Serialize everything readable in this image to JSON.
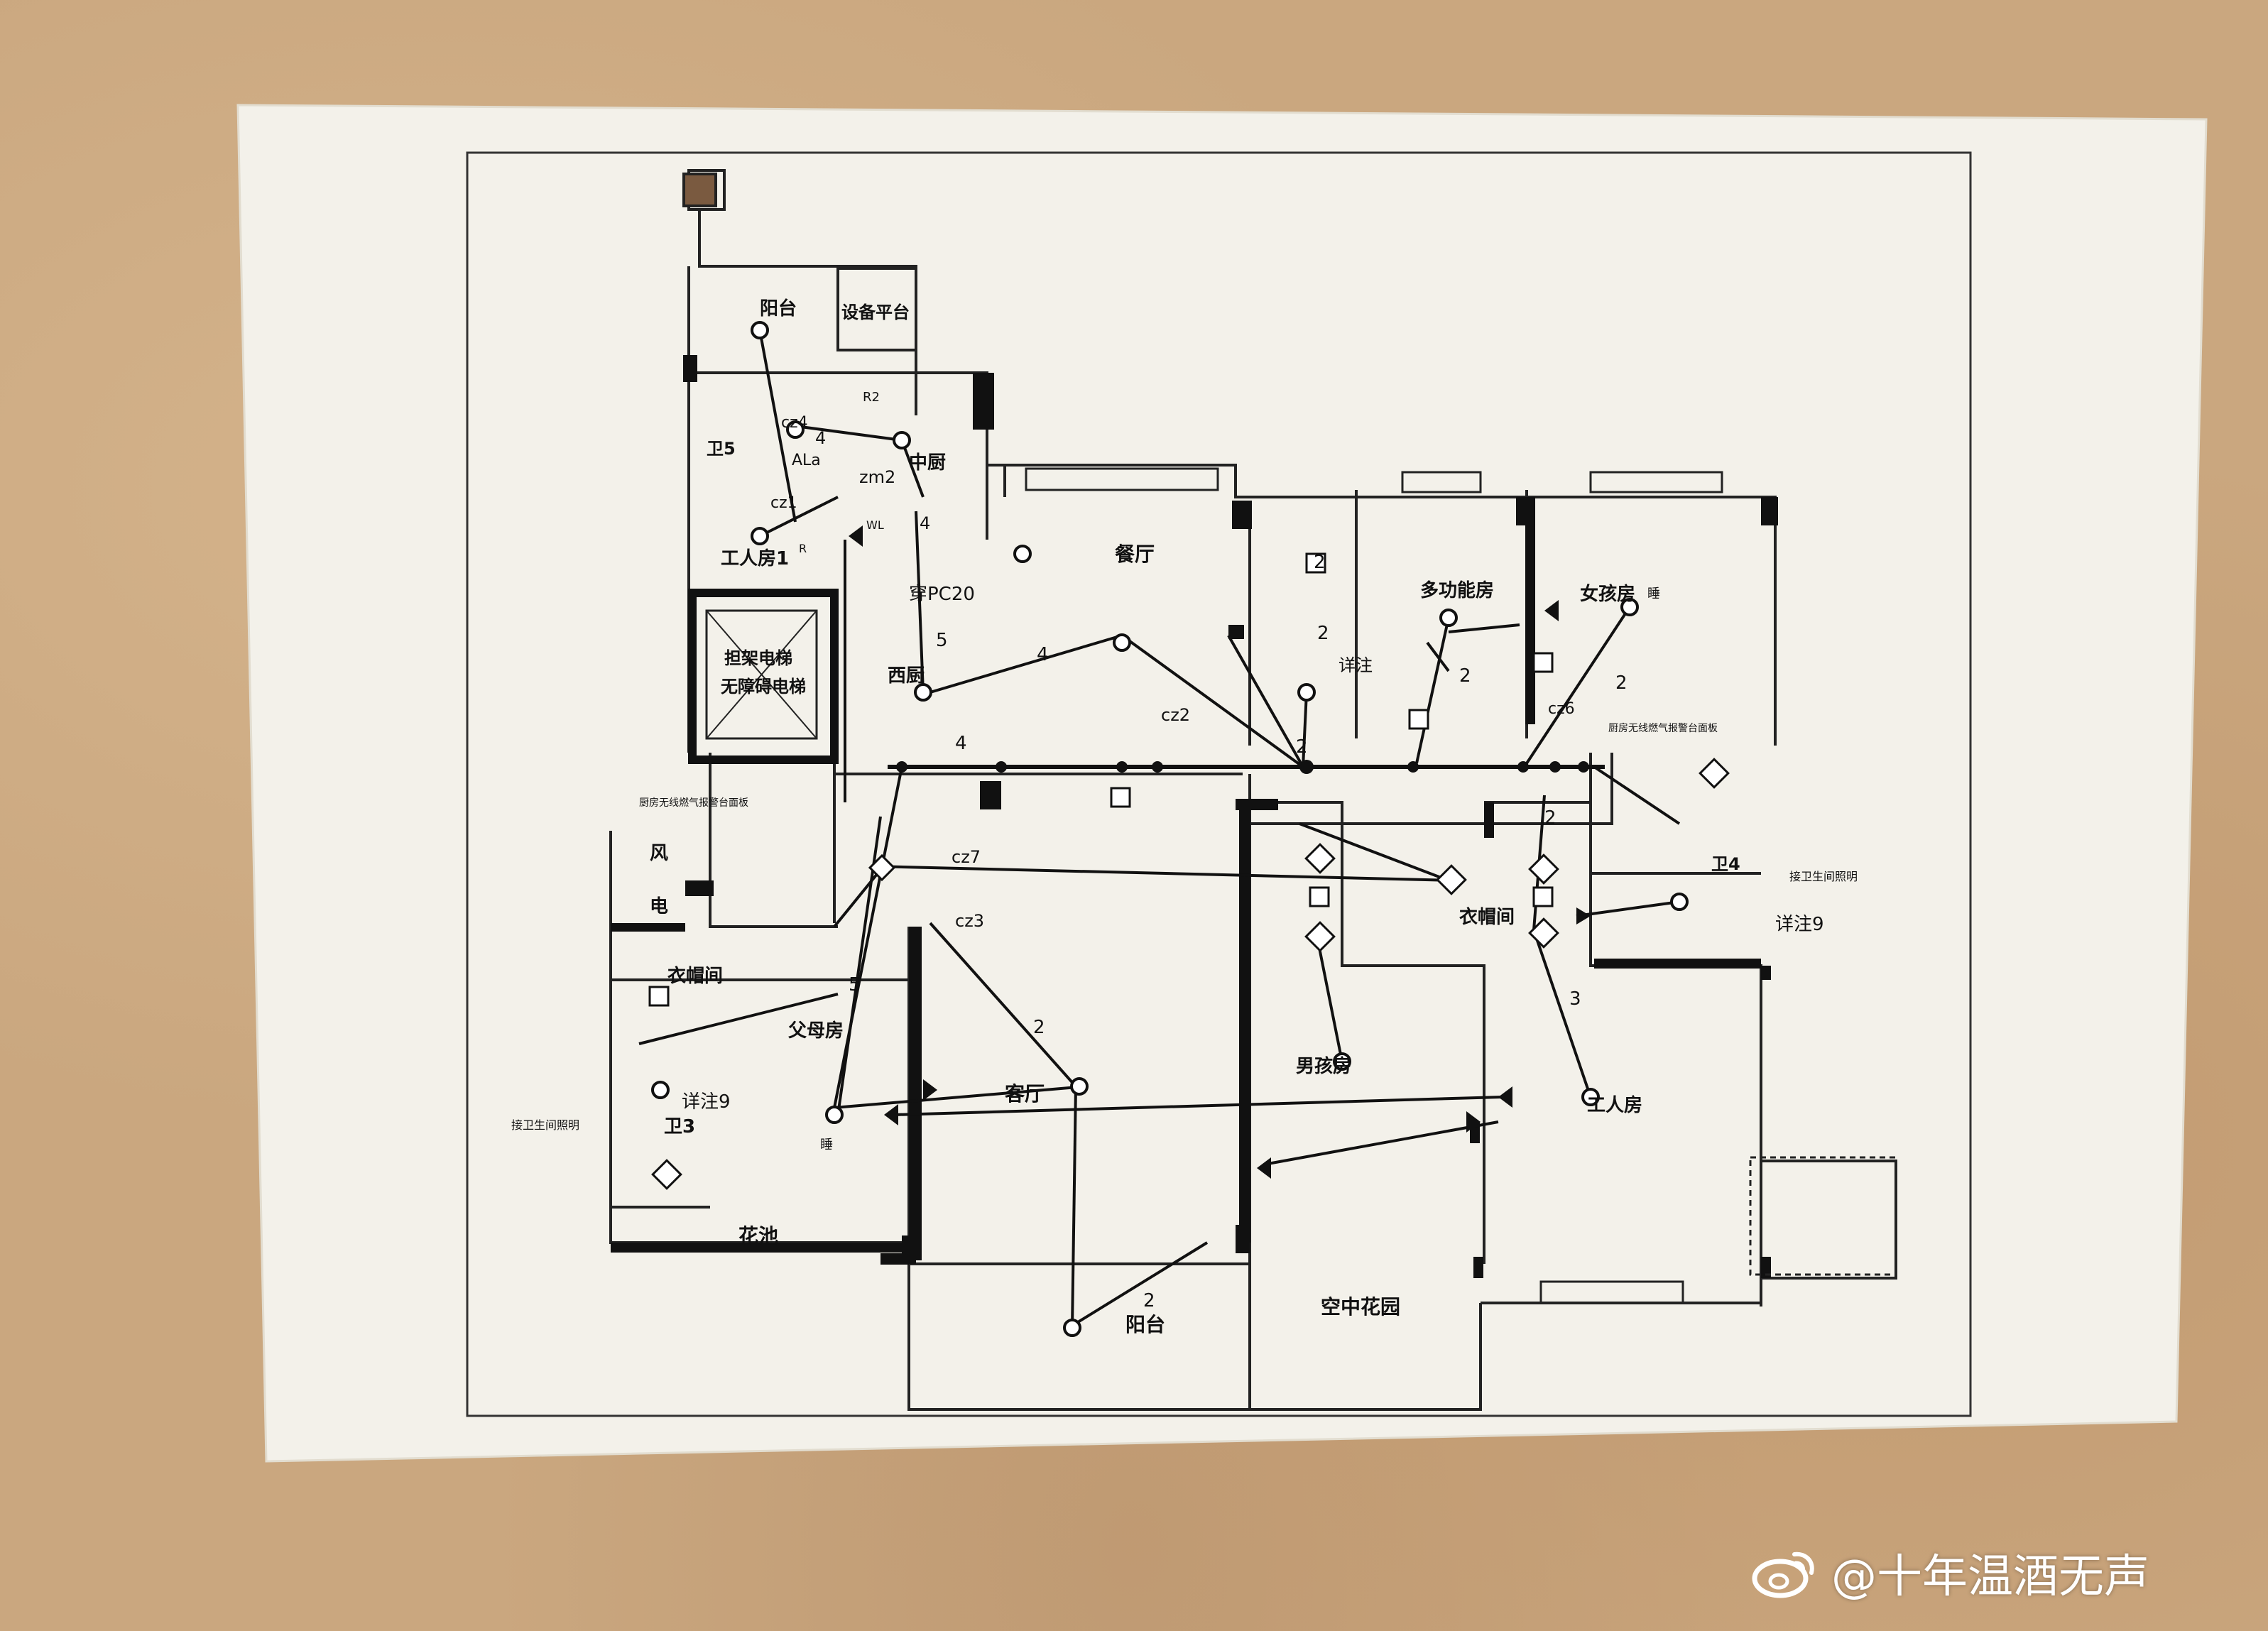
{
  "rooms": {
    "balcony_top": "阳台",
    "equipment_platform": "设备平台",
    "kitchen": "中厨",
    "bath_worker": "卫5",
    "worker_room": "工人房1",
    "elevator_line1": "担架电梯",
    "elevator_line2": "无障碍电梯",
    "dining": "餐厅",
    "western_kitchen": "西厨",
    "multi_room": "多功能房",
    "girl_room": "女孩房",
    "wind": "风",
    "electric": "电",
    "cloakroom_left": "衣帽间",
    "parents_room": "父母房",
    "bath3": "卫3",
    "flower_bed": "花池",
    "living_room": "客厅",
    "balcony_bottom": "阳台",
    "sky_garden": "空中花园",
    "boy_room": "男孩房",
    "cloakroom_right": "衣帽间",
    "worker_room_right": "工人房",
    "bath_right": "卫4"
  },
  "annotations": {
    "cz4": "cz4",
    "cz1": "cz1",
    "zm2": "zm2",
    "pc20": "穿PC20",
    "wl": "WL",
    "ala": "ALa",
    "r2": "R2",
    "r": "R",
    "cz2": "cz2",
    "cz6": "cz6",
    "cz7": "cz7",
    "cz3": "cz3",
    "detail9_left": "详注9",
    "detail9_right": "详注9",
    "detail9_mid": "详注",
    "bath_note_left": "接卫生间照明",
    "bath_note_right": "接卫生间照明",
    "panel_note_left": "厨房无线燃气报警台面板",
    "panel_note_right": "厨房无线燃气报警台面板",
    "bedside": "睡",
    "num_2": "2",
    "num_3": "3",
    "num_4": "4",
    "num_5": "5"
  },
  "watermark": {
    "text": "@十年温酒无声"
  }
}
